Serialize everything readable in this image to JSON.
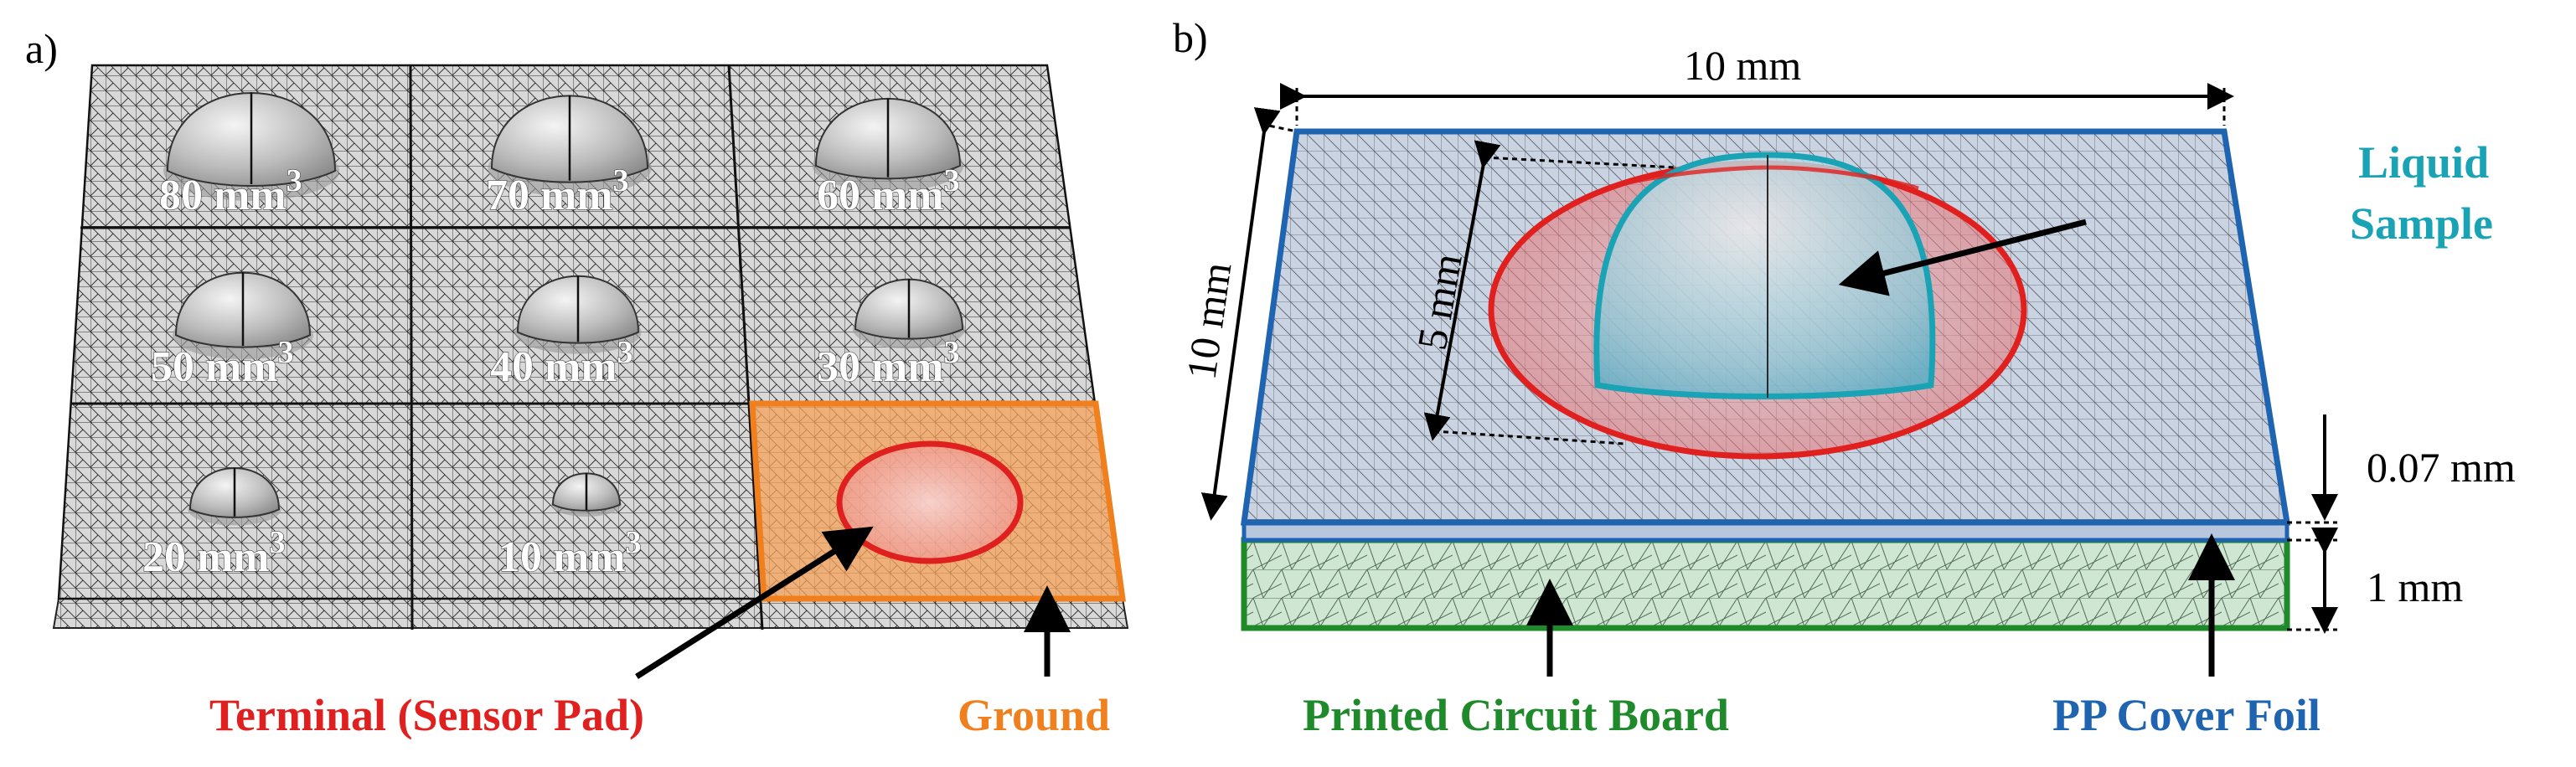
{
  "panel_a": {
    "label": "a)",
    "tiles": [
      {
        "volume": "80 mm",
        "exp": "3",
        "dome_scale": 1.0
      },
      {
        "volume": "70 mm",
        "exp": "3",
        "dome_scale": 0.93
      },
      {
        "volume": "60 mm",
        "exp": "3",
        "dome_scale": 0.86
      },
      {
        "volume": "50 mm",
        "exp": "3",
        "dome_scale": 0.8
      },
      {
        "volume": "40 mm",
        "exp": "3",
        "dome_scale": 0.72
      },
      {
        "volume": "30 mm",
        "exp": "3",
        "dome_scale": 0.64
      },
      {
        "volume": "20 mm",
        "exp": "3",
        "dome_scale": 0.53
      },
      {
        "volume": "10 mm",
        "exp": "3",
        "dome_scale": 0.4
      }
    ],
    "terminal_label": "Terminal (Sensor Pad)",
    "ground_label": "Ground"
  },
  "panel_b": {
    "label": "b)",
    "width_dim": "10 mm",
    "depth_dim": "10 mm",
    "sensor_dim": "5 mm",
    "foil_thickness": "0.07 mm",
    "board_thickness": "1 mm",
    "liquid_label_line1": "Liquid",
    "liquid_label_line2": "Sample",
    "pcb_label": "Printed Circuit Board",
    "foil_label": "PP Cover Foil"
  },
  "colors": {
    "terminal": "#e0201f",
    "ground": "#f0801e",
    "pcb": "#1e8a2a",
    "foil": "#1f64b0",
    "liquid": "#1aa3b5"
  }
}
